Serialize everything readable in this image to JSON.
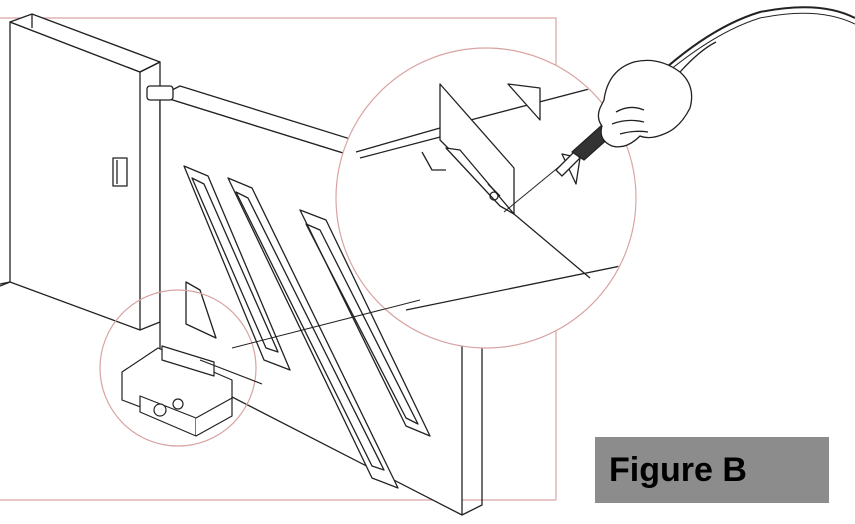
{
  "figure": {
    "label": "Figure B",
    "label_bg": "#8c8c8c",
    "frame_color": "#d9a3a3",
    "line_color": "#222222"
  },
  "parts": {
    "gate": "gate-illustration",
    "post": "gate-post",
    "motor": "motor-unit",
    "tool": "soldering-iron-icon",
    "hand": "hand-icon"
  }
}
